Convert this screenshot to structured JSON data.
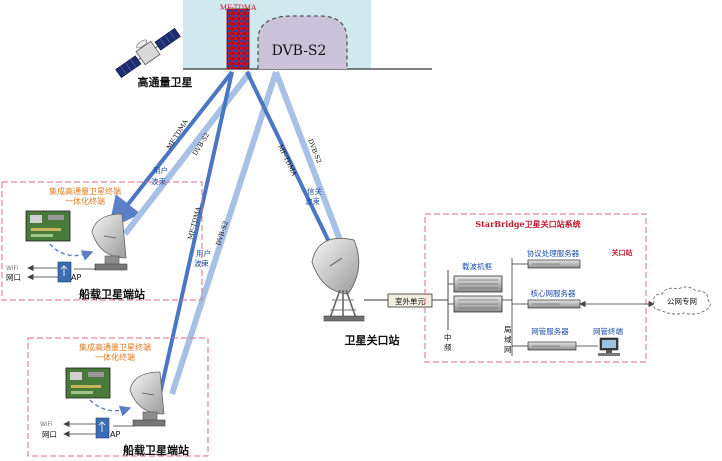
{
  "satellite": {
    "tdma_label": "MF-TDMA",
    "dvbs2_label": "DVB-S2",
    "name": "高通量卫星"
  },
  "links": {
    "mf_tdma": "MF-TDMA",
    "dvb_s2": "DVB-S2",
    "user_beam_line1": "用户",
    "user_beam_line2": "波束",
    "gateway_beam_line1": "信关",
    "gateway_beam_line2": "波束"
  },
  "terminal_top": {
    "title_line1": "集成高通量卫星终端",
    "title_line2": "一体化终端",
    "wifi": "WiFi",
    "port": "网口",
    "ap": "AP",
    "name": "船载卫星端站"
  },
  "terminal_bottom": {
    "title_line1": "集成高通量卫星终端",
    "title_line2": "一体化终端",
    "wifi": "WiFi",
    "port": "网口",
    "ap": "AP",
    "name": "船载卫星端站"
  },
  "gateway": {
    "name": "卫星关口站",
    "outdoor_unit": "室外单元",
    "if_line1": "中",
    "if_line2": "频",
    "system_title": "StarBridge卫星关口站系统",
    "site_label": "关口站",
    "baseband_rack": "载波机框",
    "protocol_server": "协议处理服务器",
    "core_server": "核心网服务器",
    "lan_line1": "局",
    "lan_line2": "域",
    "lan_line3": "网",
    "nms_server": "网管服务器",
    "nms_terminal": "网管终端",
    "public_network": "公网专网"
  }
}
